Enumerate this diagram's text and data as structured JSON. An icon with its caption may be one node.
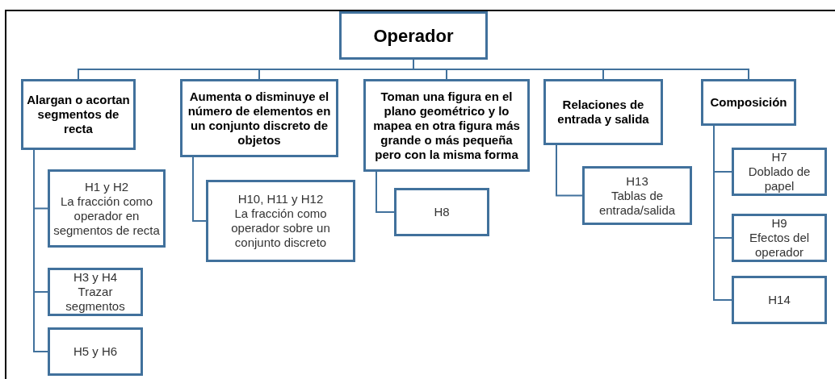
{
  "diagram": {
    "nodes": [
      {
        "text": [
          "Operador"
        ]
      },
      {
        "text": [
          "Alargan o acortan segmentos de recta"
        ]
      },
      {
        "text": [
          "Aumenta o disminuye el número de elementos en un conjunto discreto de objetos"
        ]
      },
      {
        "text": [
          "Toman una figura en el plano geométrico y lo mapea en otra figura más grande o más pequeña pero con la misma forma"
        ]
      },
      {
        "text": [
          "Relaciones de entrada y salida"
        ]
      },
      {
        "text": [
          "Composición"
        ]
      },
      {
        "text": [
          "H1 y H2",
          "La fracción como operador en segmentos de recta"
        ]
      },
      {
        "text": [
          "H3 y H4",
          "Trazar segmentos"
        ]
      },
      {
        "text": [
          "H5 y H6"
        ]
      },
      {
        "text": [
          "H10, H11 y H12",
          "La fracción como operador sobre un conjunto discreto"
        ]
      },
      {
        "text": [
          "H8"
        ]
      },
      {
        "text": [
          "H13",
          "Tablas de entrada/salida"
        ]
      },
      {
        "text": [
          "H7",
          "Doblado de papel"
        ]
      },
      {
        "text": [
          "H9",
          "Efectos del operador"
        ]
      },
      {
        "text": [
          "H14"
        ]
      }
    ],
    "edges": [
      {
        "from": 0,
        "to": 1,
        "arrow": "none"
      },
      {
        "from": 0,
        "to": 2,
        "arrow": "none"
      },
      {
        "from": 0,
        "to": 3,
        "arrow": "none"
      },
      {
        "from": 0,
        "to": 4,
        "arrow": "none"
      },
      {
        "from": 0,
        "to": 5,
        "arrow": "none"
      },
      {
        "from": 1,
        "to": 6,
        "arrow": "none"
      },
      {
        "from": 1,
        "to": 7,
        "arrow": "none"
      },
      {
        "from": 1,
        "to": 8,
        "arrow": "none"
      },
      {
        "from": 2,
        "to": 9,
        "arrow": "none"
      },
      {
        "from": 3,
        "to": 10,
        "arrow": "none"
      },
      {
        "from": 4,
        "to": 11,
        "arrow": "none"
      },
      {
        "from": 5,
        "to": 12,
        "arrow": "none"
      },
      {
        "from": 5,
        "to": 13,
        "arrow": "none"
      },
      {
        "from": 5,
        "to": 14,
        "arrow": "none"
      }
    ]
  }
}
